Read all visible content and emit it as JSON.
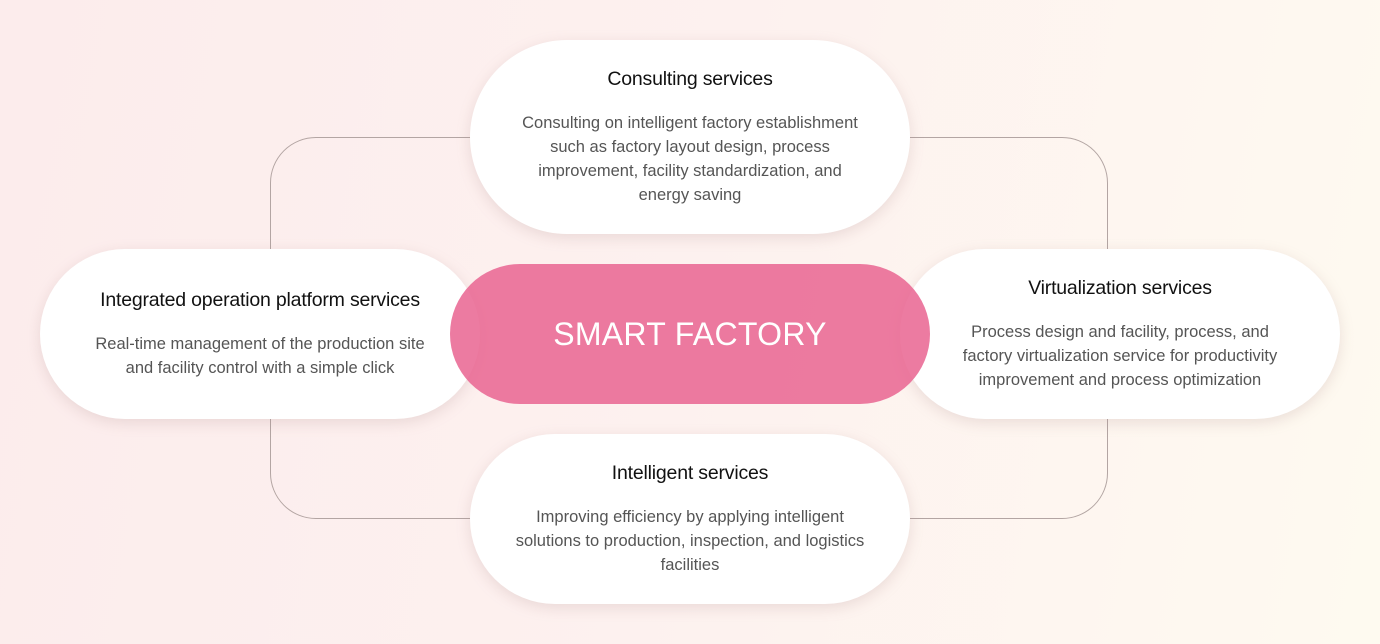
{
  "center": {
    "label": "SMART FACTORY",
    "color": "#e96592"
  },
  "services": {
    "consulting": {
      "title": "Consulting services",
      "description": "Consulting on intelligent factory establishment such as factory layout design, process improvement, facility standardization, and energy saving"
    },
    "integrated": {
      "title": "Integrated operation platform services",
      "description": "Real-time management of the production site and facility control with a simple click"
    },
    "virtualization": {
      "title": "Virtualization services",
      "description": "Process design and facility, process, and factory virtualization service for productivity improvement and process optimization"
    },
    "intelligent": {
      "title": "Intelligent services",
      "description": "Improving efficiency by applying intelligent solutions to production, inspection, and logistics facilities"
    }
  }
}
